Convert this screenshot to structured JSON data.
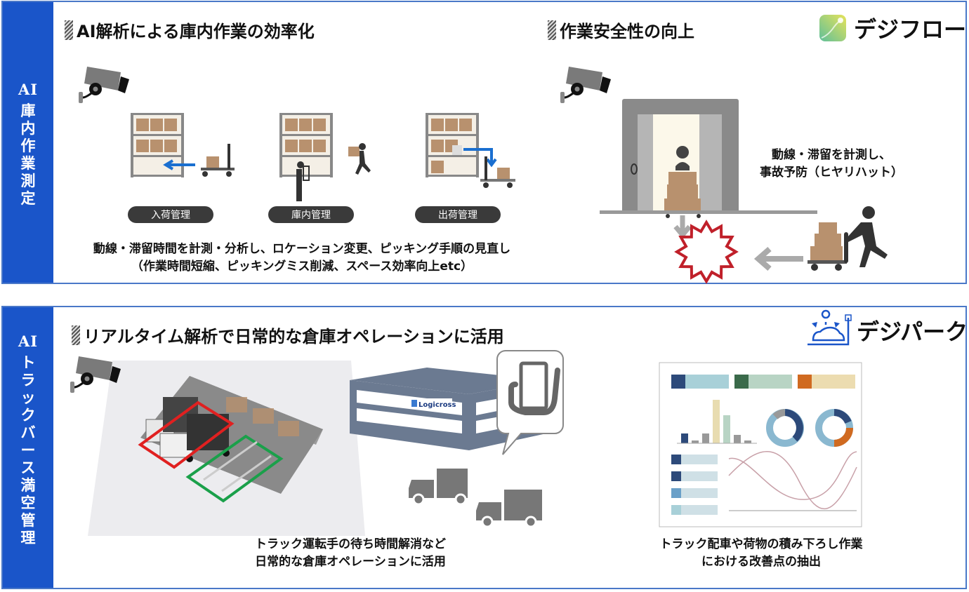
{
  "section_top": {
    "sidebar": {
      "prefix": "AI",
      "chars": [
        "庫",
        "内",
        "作",
        "業",
        "測",
        "定"
      ]
    },
    "left_heading": "AI解析による庫内作業の効率化",
    "right_heading": "作業安全性の向上",
    "logo_text": "デジフロー",
    "process_labels": [
      "入荷管理",
      "庫内管理",
      "出荷管理"
    ],
    "left_caption": [
      "動線・滞留時間を計測・分析し、ロケーション変更、ピッキング手順の見直し",
      "（作業時間短縮、ピッキングミス削減、スペース効率向上etc）"
    ],
    "right_caption": [
      "動線・滞留を計測し、",
      "事故予防（ヒヤリハット）"
    ]
  },
  "section_bottom": {
    "sidebar": {
      "prefix": "AI",
      "chars": [
        "ト",
        "ラ",
        "ッ",
        "ク",
        "バ",
        "ー",
        "ス",
        "満",
        "空",
        "管",
        "理"
      ]
    },
    "heading": "リアルタイム解析で日常的な倉庫オペレーションに活用",
    "logo_text": "デジパーク",
    "building_brand": "Logicross",
    "left_caption": [
      "トラック運転手の待ち時間解消など",
      "日常的な倉庫オペレーションに活用"
    ],
    "right_caption": [
      "トラック配車や荷物の積み下ろし作業",
      "における改善点の抽出"
    ]
  },
  "colors": {
    "sidebar_blue": "#1a55c9",
    "border_blue": "#4a78c8",
    "arrow_blue": "#1a6fd0",
    "box_brown": "#b8916e",
    "danger_red": "#c0202a",
    "zone_red": "#e02020",
    "zone_green": "#1aa04a"
  },
  "icons": {
    "camera": "security-camera-icon",
    "logo_flow": "digiflow-logo-icon",
    "logo_park": "digipark-logo-icon"
  }
}
